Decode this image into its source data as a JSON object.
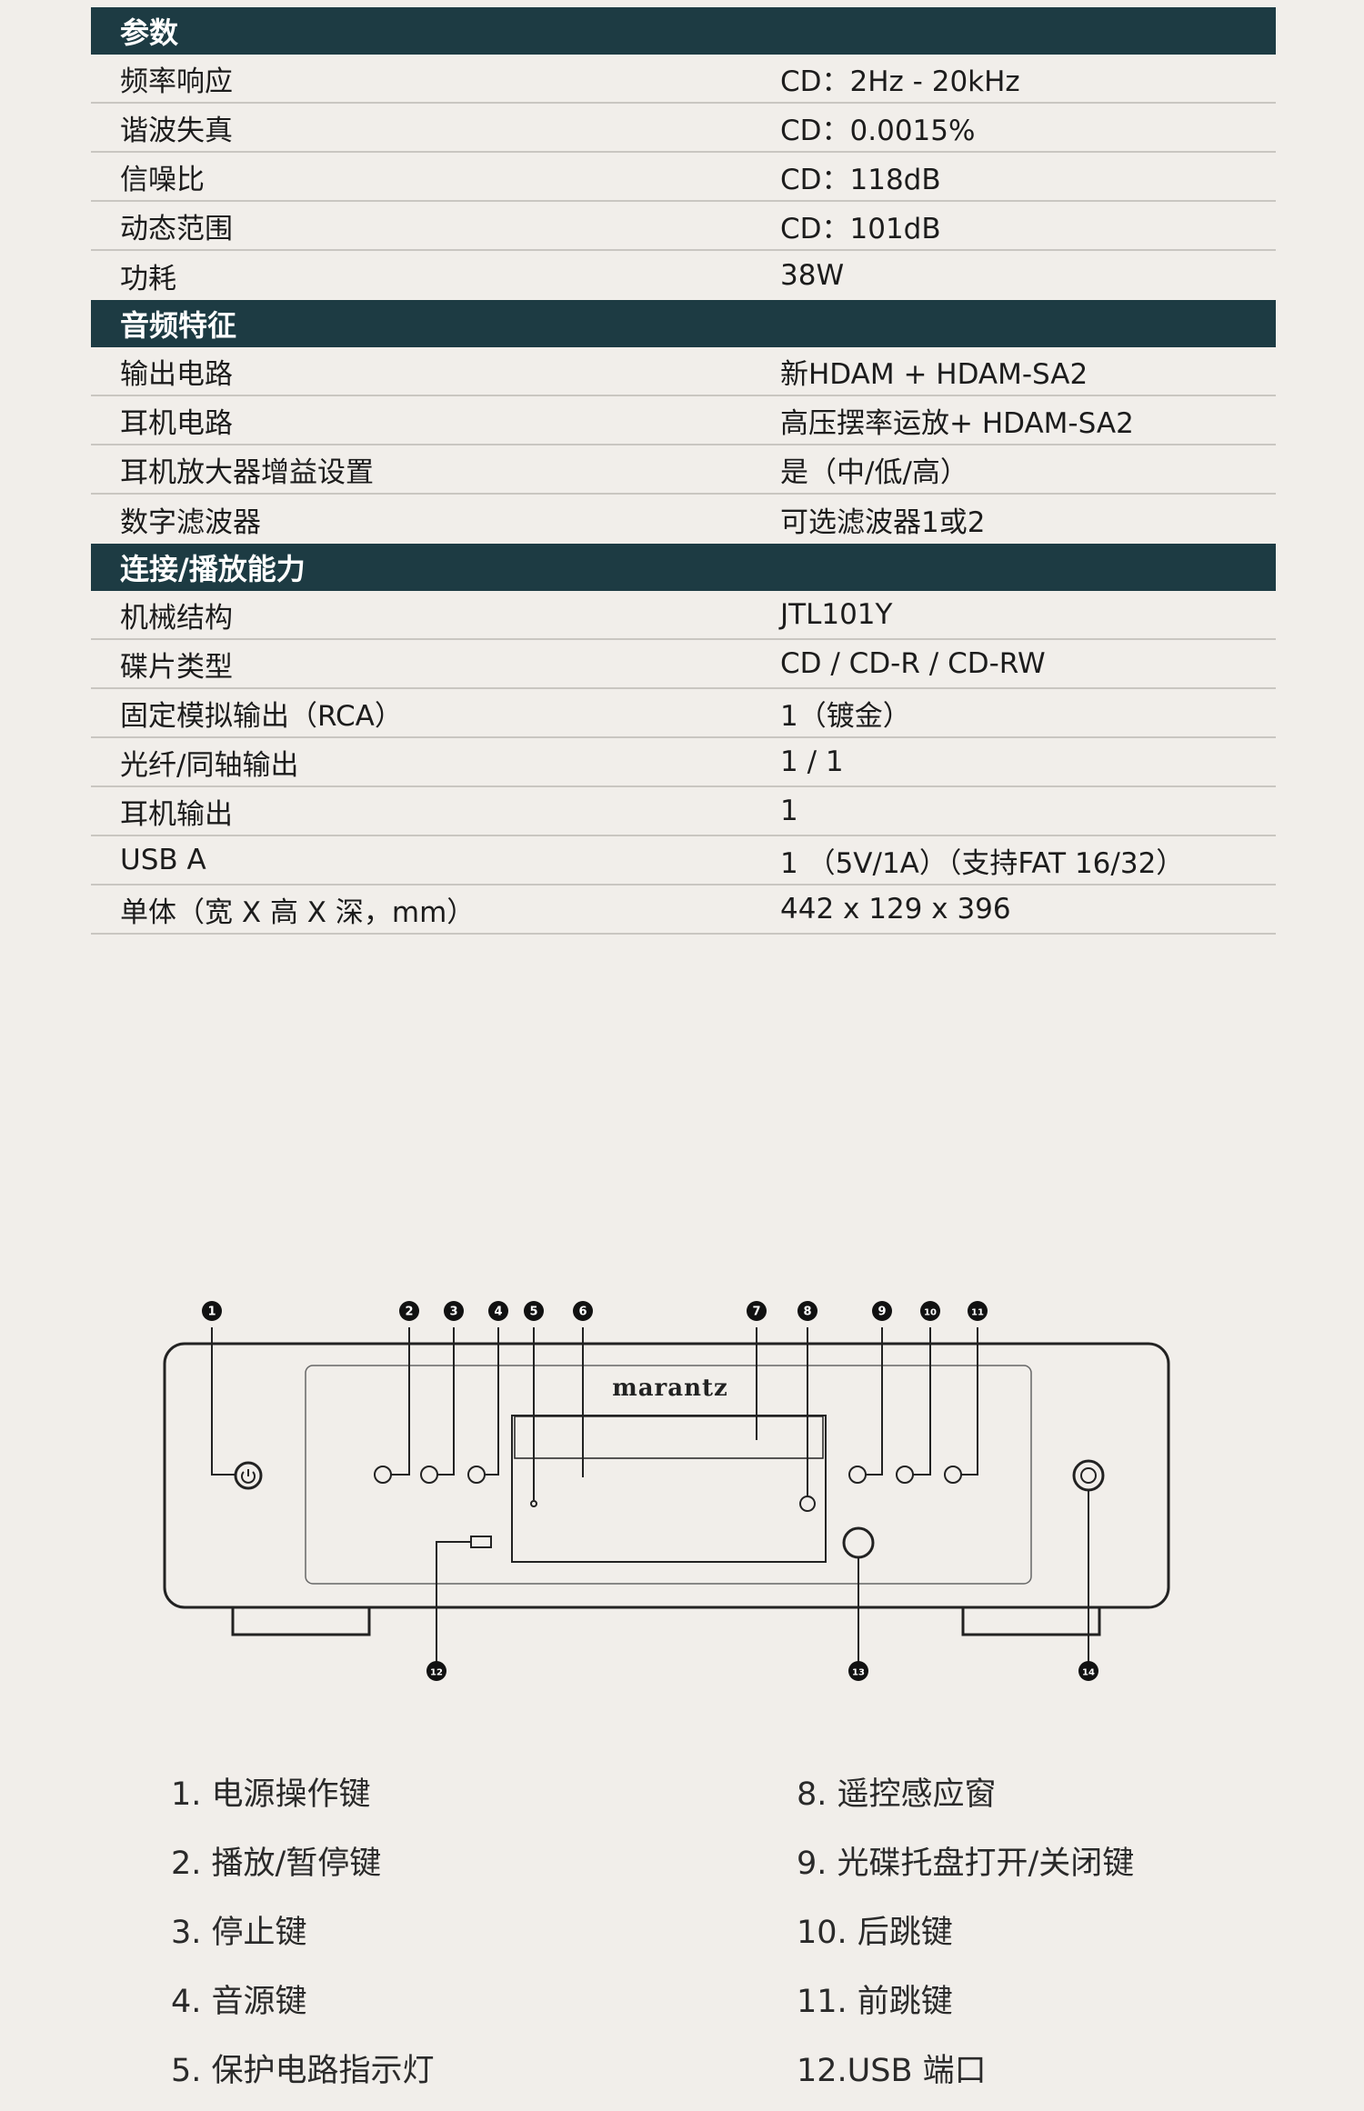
{
  "sections": [
    {
      "title": "参数",
      "rows": [
        {
          "label": "频率响应",
          "value": "CD：2Hz - 20kHz"
        },
        {
          "label": "谐波失真",
          "value": "CD：0.0015%"
        },
        {
          "label": "信噪比",
          "value": "CD：118dB"
        },
        {
          "label": "动态范围",
          "value": "CD：101dB"
        },
        {
          "label": "功耗",
          "value": "38W"
        }
      ]
    },
    {
      "title": "音频特征",
      "rows": [
        {
          "label": "输出电路",
          "value": "新HDAM + HDAM-SA2"
        },
        {
          "label": "耳机电路",
          "value": "高压摆率运放+ HDAM-SA2"
        },
        {
          "label": "耳机放大器增益设置",
          "value": "是（中/低/高）"
        },
        {
          "label": "数字滤波器",
          "value": "可选滤波器1或2"
        }
      ]
    },
    {
      "title": "连接/播放能力",
      "rows": [
        {
          "label": "机械结构",
          "value": "JTL101Y"
        },
        {
          "label": "碟片类型",
          "value": "CD / CD-R / CD-RW"
        },
        {
          "label": "固定模拟输出（RCA）",
          "value": "1（镀金）"
        },
        {
          "label": "光纤/同轴输出",
          "value": "1 / 1"
        },
        {
          "label": "耳机输出",
          "value": "1"
        },
        {
          "label": "USB  A",
          "value": "1 （5V/1A）（支持FAT 16/32）"
        },
        {
          "label": "单体（宽 X 高 X 深，mm）",
          "value": "442 x 129 x 396"
        }
      ]
    }
  ],
  "diagram": {
    "brand": "marantz",
    "callouts": [
      "1",
      "2",
      "3",
      "4",
      "5",
      "6",
      "7",
      "8",
      "9",
      "10",
      "11",
      "12",
      "13",
      "14"
    ]
  },
  "legend": {
    "left": [
      "1. 电源操作键",
      "2. 播放/暂停键",
      "3. 停止键",
      "4. 音源键",
      "5. 保护电路指示灯"
    ],
    "right": [
      "8. 遥控感应窗",
      "9. 光碟托盘打开/关闭键",
      "10. 后跳键",
      "11. 前跳键",
      "12.USB 端口"
    ]
  },
  "colors": {
    "header_bg": "#1d3b43",
    "header_text": "#ffffff",
    "page_bg": "#f1eeea",
    "divider": "#c9c6c1"
  }
}
